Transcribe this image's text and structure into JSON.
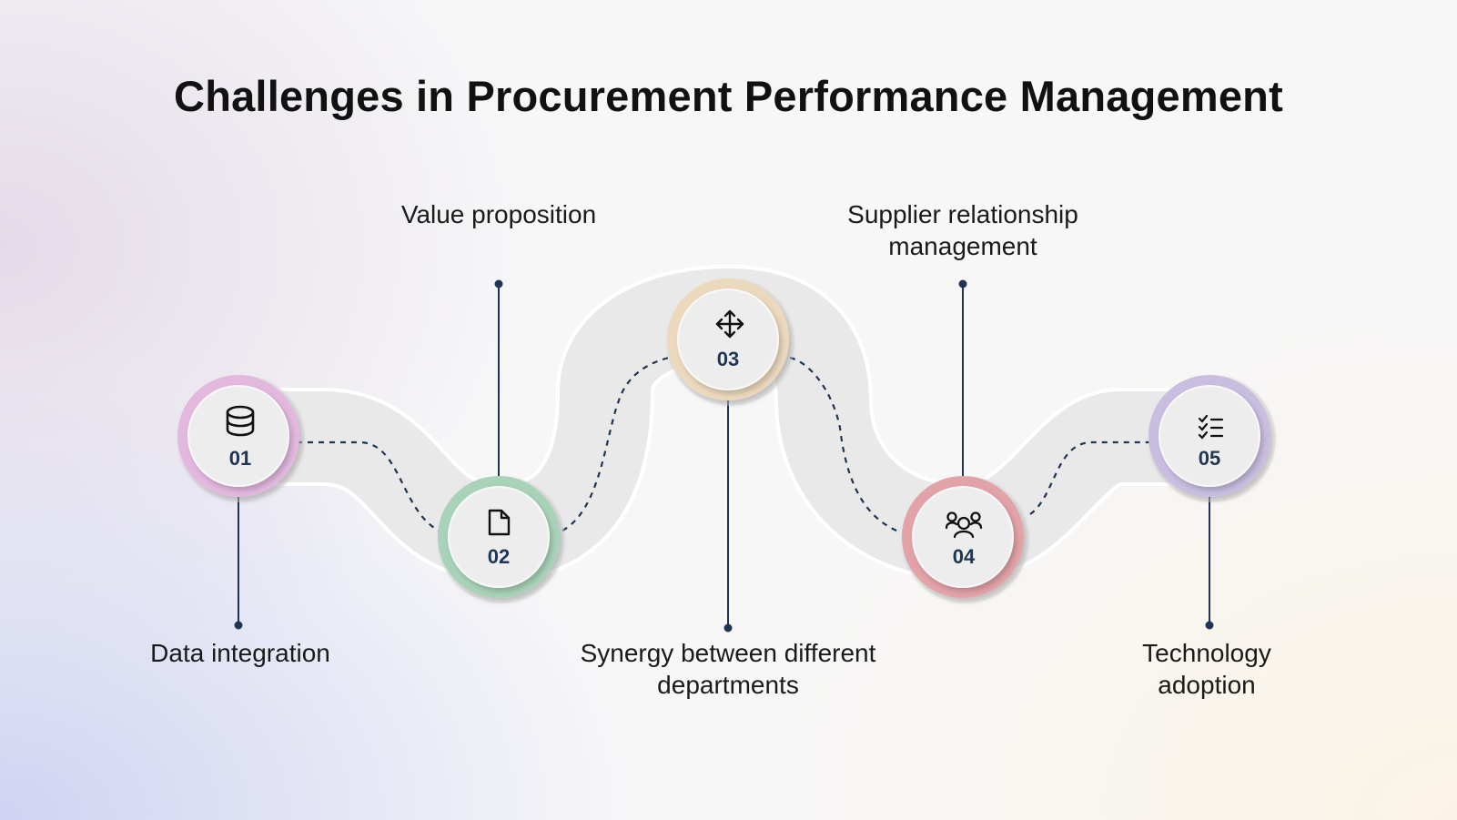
{
  "title": "Challenges in Procurement Performance Management",
  "steps": [
    {
      "number": "01",
      "label": "Data integration",
      "icon": "database-icon",
      "ring_color": "#e2b8df"
    },
    {
      "number": "02",
      "label": "Value proposition",
      "icon": "document-icon",
      "ring_color": "#a9d3b9"
    },
    {
      "number": "03",
      "label": "Synergy between different departments",
      "icon": "move-arrows-icon",
      "ring_color": "#ecd9bd"
    },
    {
      "number": "04",
      "label": "Supplier relationship management",
      "icon": "team-icon",
      "ring_color": "#e2a3a8"
    },
    {
      "number": "05",
      "label": "Technology adoption",
      "icon": "checklist-icon",
      "ring_color": "#c9bee0"
    }
  ]
}
